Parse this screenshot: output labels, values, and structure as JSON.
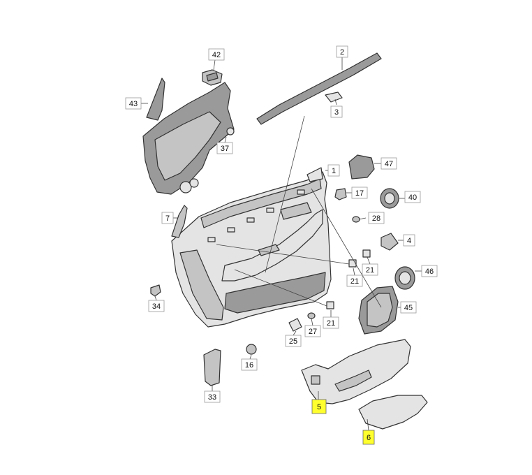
{
  "diagram": {
    "callouts": [
      {
        "id": "1",
        "label": "1",
        "highlighted": false
      },
      {
        "id": "2",
        "label": "2",
        "highlighted": false
      },
      {
        "id": "3",
        "label": "3",
        "highlighted": false
      },
      {
        "id": "4",
        "label": "4",
        "highlighted": false
      },
      {
        "id": "5",
        "label": "5",
        "highlighted": true
      },
      {
        "id": "6",
        "label": "6",
        "highlighted": true
      },
      {
        "id": "7",
        "label": "7",
        "highlighted": false
      },
      {
        "id": "16",
        "label": "16",
        "highlighted": false
      },
      {
        "id": "17",
        "label": "17",
        "highlighted": false
      },
      {
        "id": "21a",
        "label": "21",
        "highlighted": false
      },
      {
        "id": "21b",
        "label": "21",
        "highlighted": false
      },
      {
        "id": "21c",
        "label": "21",
        "highlighted": false
      },
      {
        "id": "25",
        "label": "25",
        "highlighted": false
      },
      {
        "id": "27",
        "label": "27",
        "highlighted": false
      },
      {
        "id": "28",
        "label": "28",
        "highlighted": false
      },
      {
        "id": "33",
        "label": "33",
        "highlighted": false
      },
      {
        "id": "34",
        "label": "34",
        "highlighted": false
      },
      {
        "id": "37",
        "label": "37",
        "highlighted": false
      },
      {
        "id": "40",
        "label": "40",
        "highlighted": false
      },
      {
        "id": "42",
        "label": "42",
        "highlighted": false
      },
      {
        "id": "43",
        "label": "43",
        "highlighted": false
      },
      {
        "id": "45",
        "label": "45",
        "highlighted": false
      },
      {
        "id": "46",
        "label": "46",
        "highlighted": false
      },
      {
        "id": "47",
        "label": "47",
        "highlighted": false
      }
    ],
    "colors": {
      "highlight": "#ffff2e",
      "part_dark": "#9a9a9a",
      "part_mid": "#c4c4c4",
      "part_light": "#e4e4e4",
      "line": "#333333"
    }
  }
}
